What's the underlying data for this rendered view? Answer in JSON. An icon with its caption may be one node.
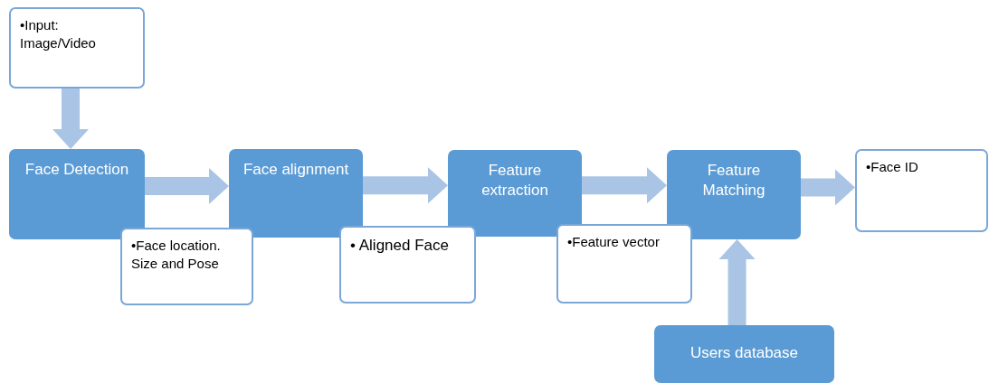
{
  "diagram": {
    "nodes": [
      {
        "text": [
          "•Input: Image/Video"
        ]
      },
      {
        "text": [
          "Face Detection"
        ]
      },
      {
        "text": [
          "•Face location. Size and Pose"
        ]
      },
      {
        "text": [
          "Face alignment"
        ]
      },
      {
        "text": [
          "• Aligned Face"
        ]
      },
      {
        "text": [
          "Feature extraction"
        ]
      },
      {
        "text": [
          "•Feature vector"
        ]
      },
      {
        "text": [
          "Feature Matching"
        ]
      },
      {
        "text": [
          "•Face ID"
        ]
      },
      {
        "text": [
          "Users database"
        ]
      }
    ],
    "edges": [
      {
        "from": 0,
        "to": 1,
        "arrow": "to"
      },
      {
        "from": 1,
        "to": 3,
        "arrow": "to"
      },
      {
        "from": 3,
        "to": 5,
        "arrow": "to"
      },
      {
        "from": 5,
        "to": 7,
        "arrow": "to"
      },
      {
        "from": 7,
        "to": 8,
        "arrow": "to"
      },
      {
        "from": 9,
        "to": 7,
        "arrow": "to"
      }
    ]
  }
}
